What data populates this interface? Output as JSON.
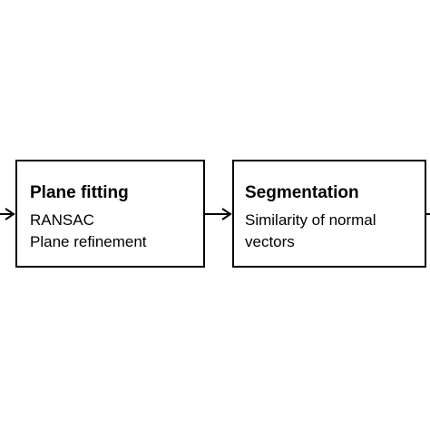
{
  "stages": [
    {
      "title": "Plane fitting",
      "lines": [
        "RANSAC",
        "Plane refinement"
      ]
    },
    {
      "title": "Segmentation",
      "lines": [
        "Similarity of normal",
        "vectors"
      ]
    }
  ],
  "colors": {
    "stroke": "#000000",
    "background": "#ffffff"
  },
  "icons": {
    "flow_arrow": "arrow-right-icon"
  }
}
